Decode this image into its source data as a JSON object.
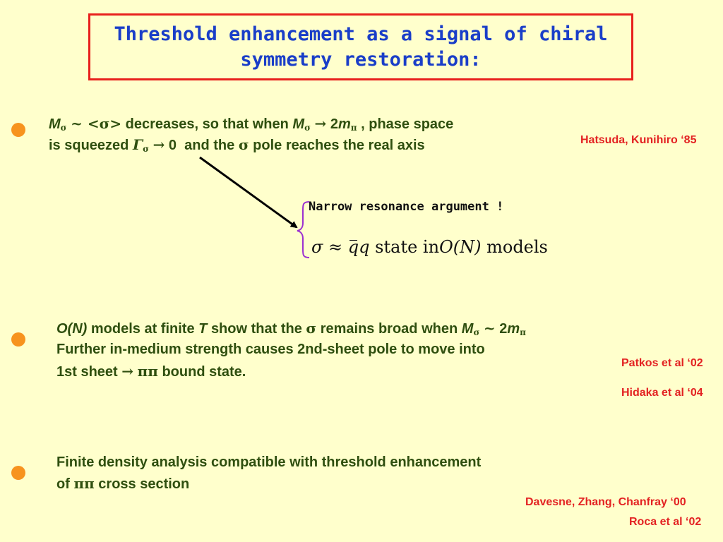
{
  "title": {
    "line1": "Threshold enhancement as a signal of chiral",
    "line2": "symmetry restoration:"
  },
  "bullet1": {
    "M": "M",
    "sub_sigma": "σ",
    "tilde_vev": "~ <σ>",
    "t1": "decreases, so that when",
    "M2": "M",
    "sub_sigma2": "σ",
    "arrow": "→",
    "two": "2",
    "m": "m",
    "sub_pi": "π",
    "t2": ", phase space",
    "line2_t1": "is squeezed",
    "Gamma": "Γ",
    "sub_sigma3": "σ",
    "arrow2": "→",
    "zero": "0",
    "line2_t2": "and the",
    "sigma": "σ",
    "line2_t3": "pole reaches the real axis",
    "ref": "Hatsuda, Kunihiro ‘85"
  },
  "narrow": {
    "label": "Narrow resonance argument !",
    "f_sigma": "σ",
    "f_approx": "≈",
    "f_q1": "q",
    "f_q2": "q",
    "f_state": "state in",
    "f_ON": "O(N)",
    "f_models": "models"
  },
  "bullet2": {
    "ON": "O(N)",
    "t1": "models at finite",
    "T": "T",
    "t2": "show that the",
    "sigma": "σ",
    "t3": "remains broad when",
    "M": "M",
    "sub_sigma": "σ",
    "tilde": "~",
    "two": "2",
    "m": "m",
    "sub_pi": "π",
    "line2": "Further in-medium strength causes 2nd-sheet pole to move into",
    "line3_t1": "1st sheet",
    "arrow": "→",
    "pipi": "ππ",
    "line3_t2": "bound state.",
    "ref1": "Patkos et al ‘02",
    "ref2": "Hidaka et al ‘04"
  },
  "bullet3": {
    "line1": "Finite density analysis compatible with threshold enhancement",
    "line2_t1": "of",
    "pipi": "ππ",
    "line2_t2": "cross section",
    "ref1": "Davesne, Zhang, Chanfray ‘00",
    "ref2": "Roca et al ‘02"
  },
  "colors": {
    "background": "#ffffcc",
    "title_text": "#1a3ec8",
    "title_border": "#e8201c",
    "body_text": "#2f4f0f",
    "reference_text": "#e32222",
    "bullet": "#f7931e",
    "brace": "#9b30d0"
  },
  "icons": {
    "bullet": "orange-circle-bullet",
    "arrow": "black-diagonal-arrow",
    "brace": "purple-curly-brace"
  }
}
